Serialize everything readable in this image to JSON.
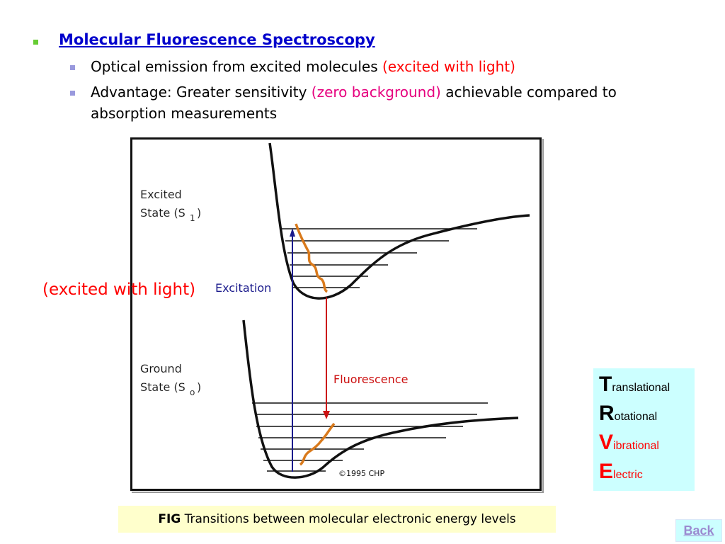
{
  "slide": {
    "heading": "Molecular Fluorescence Spectroscopy",
    "bullets": [
      {
        "text": "Optical emission from excited molecules ",
        "highlight": "(excited with light)",
        "suffix": ""
      },
      {
        "text": "Advantage: Greater sensitivity ",
        "highlight": "(zero background)",
        "suffix": " achievable compared to",
        "line2": "absorption measurements"
      }
    ],
    "colors": {
      "heading": "#0000cc",
      "bullet_main": "#66cc33",
      "bullet_sub": "#9999dd",
      "red": "#ff0000",
      "pink": "#e6007e"
    }
  },
  "figure": {
    "annotation": "(excited with light)",
    "excited_label_1": "Excited",
    "excited_label_2": "State (S",
    "excited_sub": "1",
    "excited_close": ")",
    "ground_label_1": "Ground",
    "ground_label_2": "State (S",
    "ground_sub": "o",
    "ground_close": ")",
    "excitation": "Excitation",
    "fluorescence": "Fluorescence",
    "copyright": "©1995 CHP"
  },
  "trve": [
    {
      "letter": "T",
      "rest": "ranslational",
      "color": "#000000"
    },
    {
      "letter": "R",
      "rest": "otational",
      "color": "#000000"
    },
    {
      "letter": "V",
      "rest": "ibrational",
      "color": "#ff0000"
    },
    {
      "letter": "E",
      "rest": "lectric",
      "color": "#ff0000"
    }
  ],
  "caption": {
    "bold": "FIG",
    "text": " Transitions between molecular electronic energy levels"
  },
  "nav": {
    "back": "Back"
  }
}
